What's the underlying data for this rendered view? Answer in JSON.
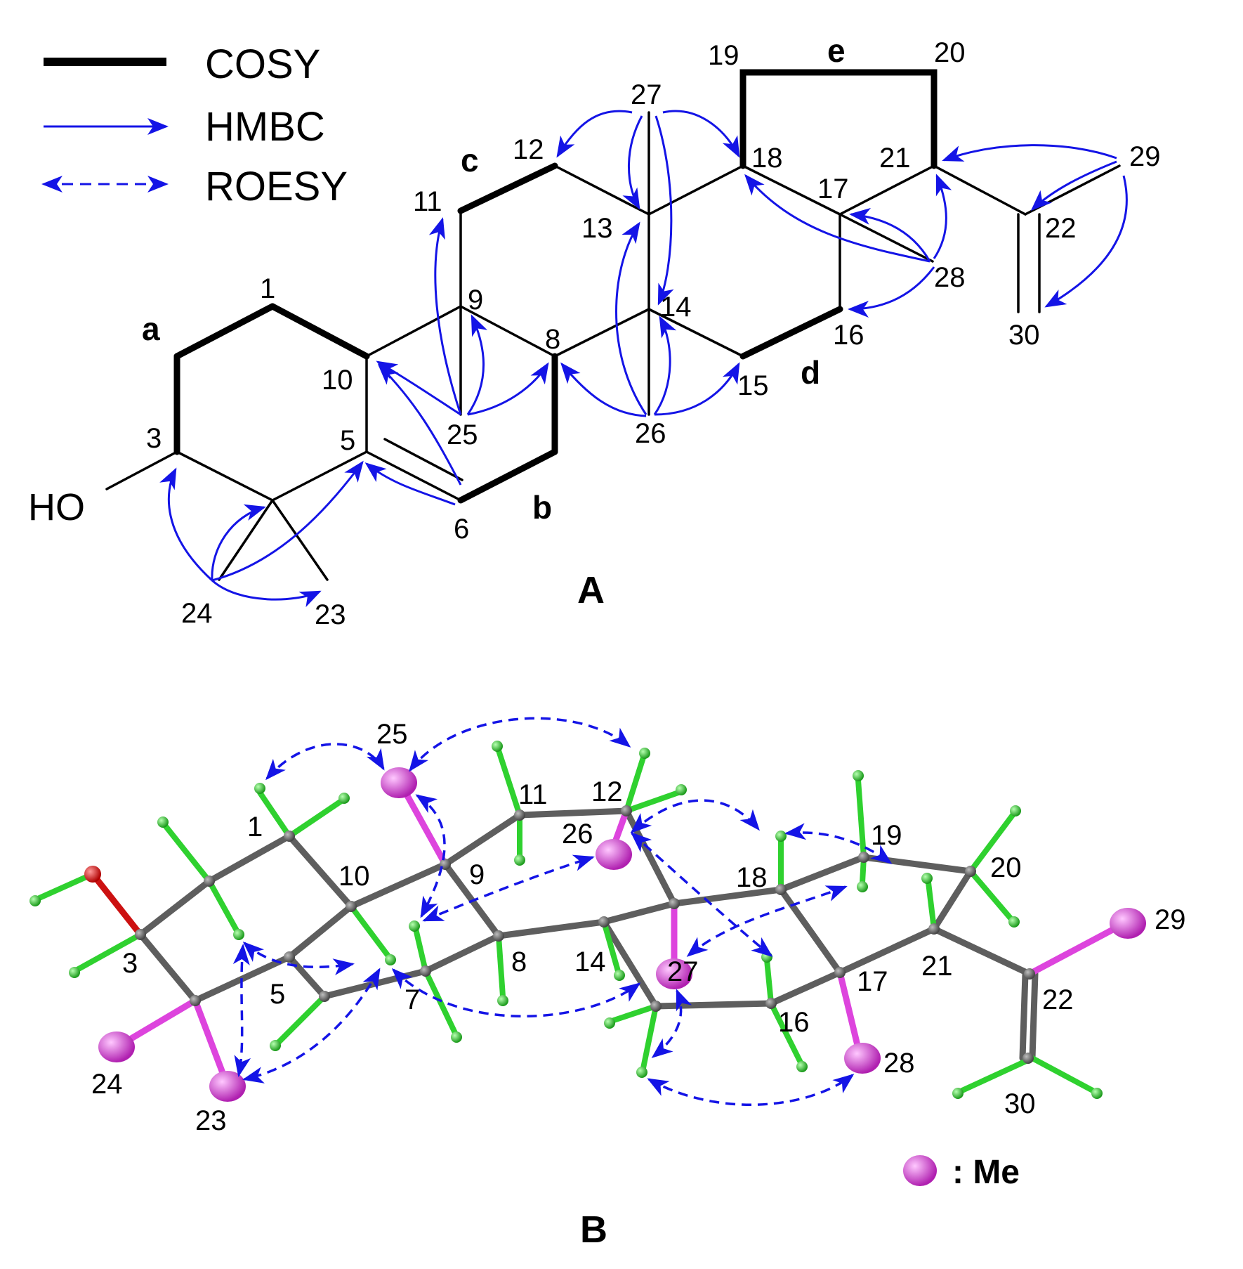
{
  "legend": {
    "cosy": "COSY",
    "hmbc": "HMBC",
    "roesy": "ROESY"
  },
  "panels": {
    "a": "A",
    "b": "B"
  },
  "hydroxyl": "HO",
  "ring_labels": {
    "a": "a",
    "b": "b",
    "c": "c",
    "d": "d",
    "e": "e"
  },
  "atom_labels": {
    "c1": "1",
    "c3": "3",
    "c5": "5",
    "c6": "6",
    "c8": "8",
    "c9": "9",
    "c10": "10",
    "c11": "11",
    "c12": "12",
    "c13": "13",
    "c14": "14",
    "c15": "15",
    "c16": "16",
    "c17": "17",
    "c18": "18",
    "c19": "19",
    "c20": "20",
    "c21": "21",
    "c22": "22",
    "c23": "23",
    "c24": "24",
    "c25": "25",
    "c26": "26",
    "c27": "27",
    "c28": "28",
    "c29": "29",
    "c30": "30"
  },
  "model_labels": {
    "m1": "1",
    "m3": "3",
    "m5": "5",
    "m7": "7",
    "m8": "8",
    "m9": "9",
    "m10": "10",
    "m11": "11",
    "m12": "12",
    "m14": "14",
    "m16": "16",
    "m17": "17",
    "m18": "18",
    "m19": "19",
    "m20": "20",
    "m21": "21",
    "m22": "22",
    "m23": "23",
    "m24": "24",
    "m25": "25",
    "m26": "26",
    "m27": "27",
    "m28": "28",
    "m29": "29",
    "m30": "30"
  },
  "me_key": ": Me",
  "colors": {
    "hmbc": "#1414e6",
    "roesy": "#1414e6",
    "bond": "#000000",
    "carbon": "#666666",
    "hydrogen": "#2fd12f",
    "methyl": "#dd44dd",
    "oxygen": "#e01010"
  }
}
